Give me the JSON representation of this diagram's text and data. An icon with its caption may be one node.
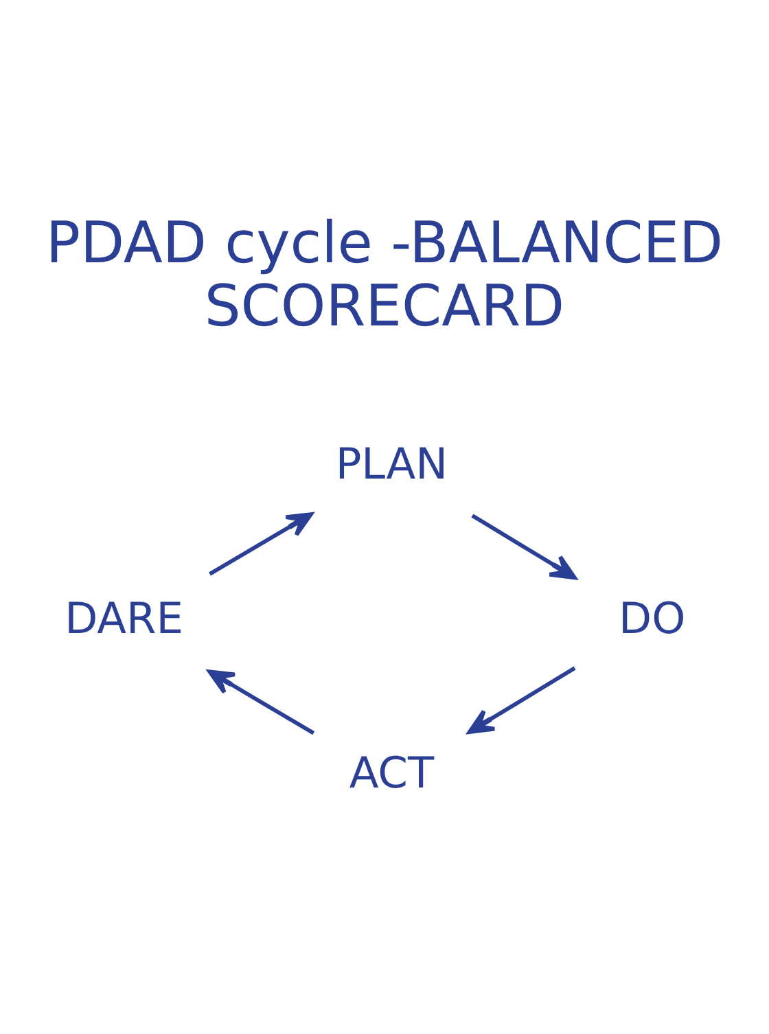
{
  "diagram": {
    "title": "PDAD cycle -BALANCED SCORECARD",
    "nodes": [
      {
        "text": [
          "PLAN"
        ]
      },
      {
        "text": [
          "DO"
        ]
      },
      {
        "text": [
          "ACT"
        ]
      },
      {
        "text": [
          "DARE"
        ]
      }
    ],
    "edges": [
      {
        "from": 0,
        "to": 1,
        "arrow": "to"
      },
      {
        "from": 1,
        "to": 2,
        "arrow": "to"
      },
      {
        "from": 2,
        "to": 3,
        "arrow": "to"
      },
      {
        "from": 3,
        "to": 0,
        "arrow": "to"
      }
    ]
  }
}
